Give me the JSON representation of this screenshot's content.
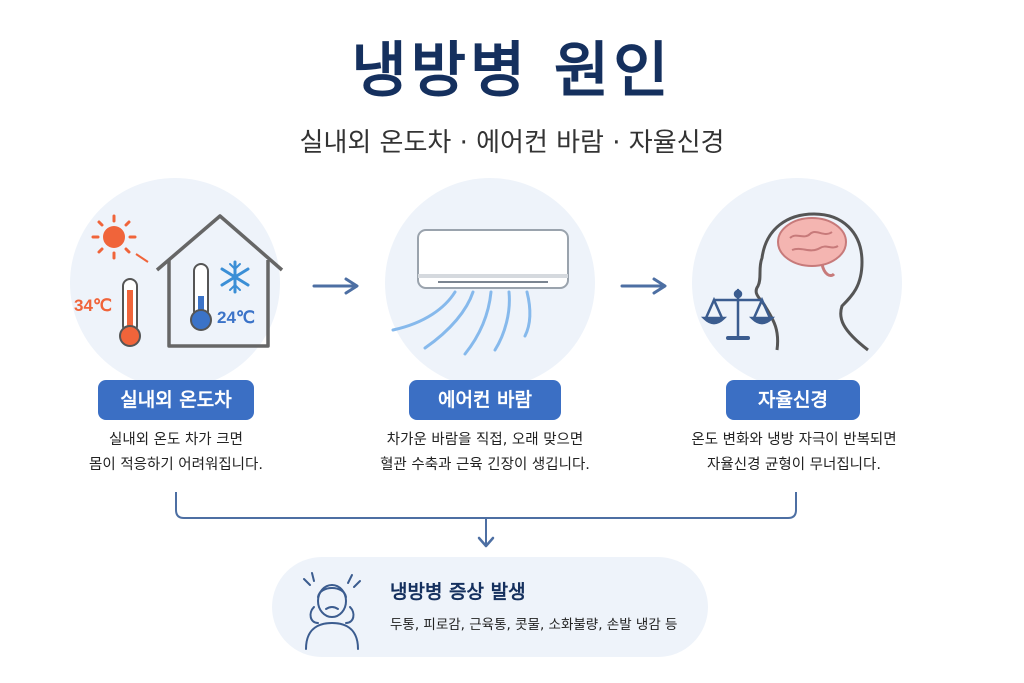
{
  "header": {
    "title": "냉방병 원인",
    "subtitle": "실내외 온도차 · 에어컨 바람 · 자율신경"
  },
  "causes": [
    {
      "label": "실내외 온도차",
      "desc_line1": "실내외 온도 차가 크면",
      "desc_line2": "몸이 적응하기 어려워집니다.",
      "outdoor_temp": "34℃",
      "indoor_temp": "24℃"
    },
    {
      "label": "에어컨 바람",
      "desc_line1": "차가운 바람을 직접, 오래 맞으면",
      "desc_line2": "혈관 수축과 근육 긴장이 생깁니다."
    },
    {
      "label": "자율신경",
      "desc_line1": "온도 변화와 냉방 자극이 반복되면",
      "desc_line2": "자율신경 균형이 무너집니다."
    }
  ],
  "result": {
    "title": "냉방병 증상 발생",
    "symptoms": "두통, 피로감, 근육통, 콧물, 소화불량, 손발 냉감 등"
  },
  "colors": {
    "title": "#15305e",
    "pill": "#3b6fc4",
    "circle_bg": "#eef3fa",
    "hot": "#f0643a",
    "cold": "#3b73c8",
    "arrow": "#4d6fa3"
  },
  "icons": [
    "sun-icon",
    "thermometer-hot-icon",
    "house-icon",
    "snowflake-icon",
    "thermometer-cold-icon",
    "air-conditioner-icon",
    "airflow-icon",
    "balance-scale-icon",
    "head-brain-icon",
    "headache-person-icon"
  ]
}
